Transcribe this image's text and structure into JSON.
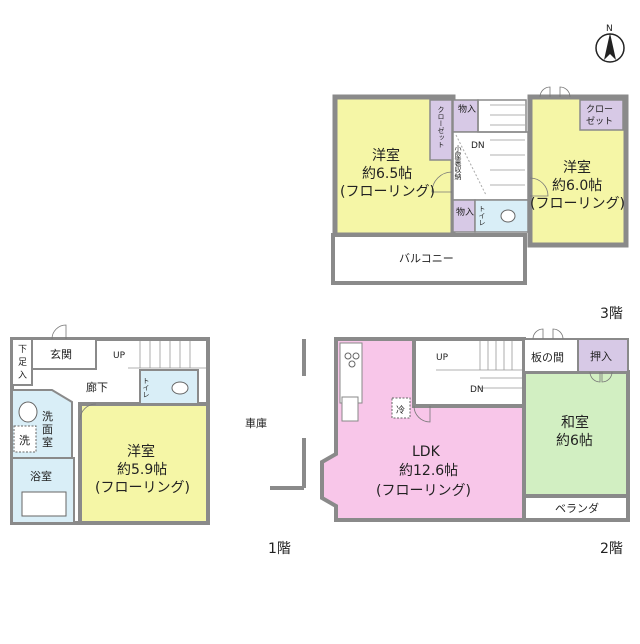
{
  "floors": {
    "f1": "1階",
    "f2": "2階",
    "f3": "3階"
  },
  "compass": {
    "label": "N"
  },
  "rooms": {
    "f3_west": {
      "name": "洋室",
      "size": "約6.5帖",
      "floor": "(フローリング)"
    },
    "f3_east": {
      "name": "洋室",
      "size": "約6.0帖",
      "floor": "(フローリング)"
    },
    "f3_closet_w": "クローゼット",
    "f3_closet_e_1": "クロー",
    "f3_closet_e_2": "ゼット",
    "f3_storage_top": "物入",
    "f3_storage_bot": "物入",
    "f3_attic": "小屋裏収納",
    "f3_dn": "DN",
    "f3_toilet": "トイレ",
    "f3_balcony": "バルコニー",
    "f2_ldk": {
      "name": "LDK",
      "size": "約12.6帖",
      "floor": "(フローリング)"
    },
    "f2_washitsu": {
      "name": "和室",
      "size": "約6帖"
    },
    "f2_itanoma": "板の間",
    "f2_oshiire": "押入",
    "f2_up": "UP",
    "f2_dn": "DN",
    "f2_fridge": "冷",
    "f2_veranda": "ベランダ",
    "f1_room": {
      "name": "洋室",
      "size": "約5.9帖",
      "floor": "(フローリング)"
    },
    "f1_genkan": "玄関",
    "f1_getabako_1": "下",
    "f1_getabako_2": "足",
    "f1_getabako_3": "入",
    "f1_up": "UP",
    "f1_hall": "廊下",
    "f1_toilet": "トイレ",
    "f1_senmen_1": "洗",
    "f1_senmen_2": "面",
    "f1_senmen_3": "室",
    "f1_washer": "洗",
    "f1_bath": "浴室",
    "garage": "車庫"
  },
  "colors": {
    "yellow": "#f5f6a6",
    "pink": "#f8c6e9",
    "green": "#d2efc2",
    "blue": "#d9eef7",
    "purple": "#d7c9e6",
    "wall": "#8a8a8a",
    "floor_white": "#ffffff"
  }
}
